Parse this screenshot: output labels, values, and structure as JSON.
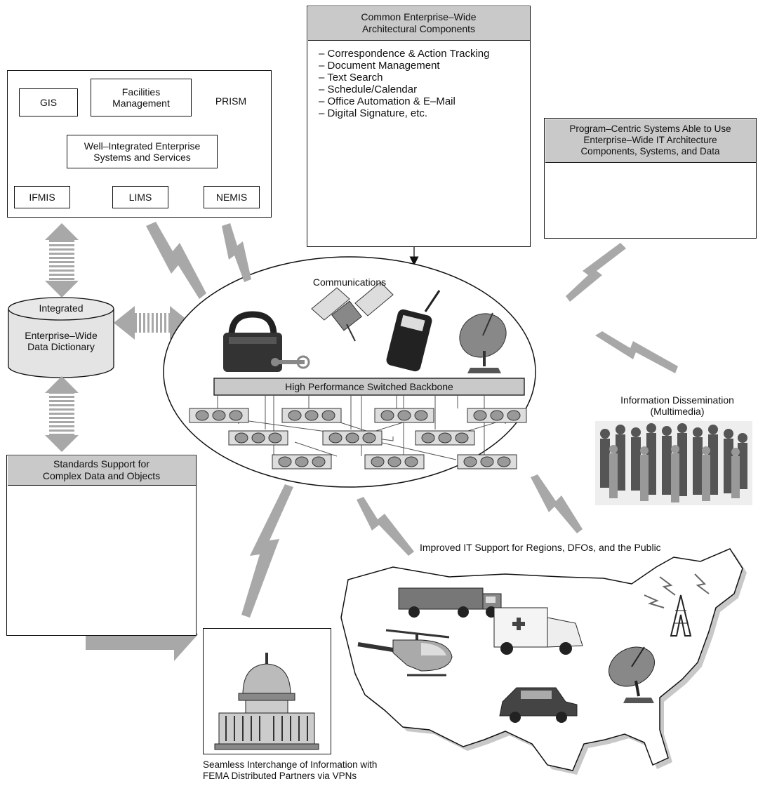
{
  "enterprise_box": {
    "gis": "GIS",
    "facilities": "Facilities\nManagement",
    "prism": "PRISM",
    "well_integrated": "Well–Integrated Enterprise\nSystems and Services",
    "ifmis": "IFMIS",
    "lims": "LIMS",
    "nemis": "NEMIS"
  },
  "common_components": {
    "title": "Common Enterprise–Wide\nArchitectural Components",
    "items": [
      "Correspondence & Action Tracking",
      "Document Management",
      "Text Search",
      "Schedule/Calendar",
      "Office Automation & E–Mail",
      "Digital Signature, etc."
    ]
  },
  "program_centric": {
    "title": "Program–Centric Systems Able to Use\nEnterprise–Wide IT Architecture\nComponents, Systems, and Data"
  },
  "data_dictionary": {
    "top": "Integrated",
    "body": "Enterprise–Wide\nData Dictionary"
  },
  "communications": {
    "title": "Communications",
    "backbone": "High Performance Switched Backbone"
  },
  "info_dissemination": "Information Dissemination\n(Multimedia)",
  "standards_support": {
    "title": "Standards Support for\nComplex Data and Objects"
  },
  "improved_support": "Improved IT Support for Regions, DFOs, and the Public",
  "seamless": "Seamless Interchange of Information with\nFEMA Distributed Partners via VPNs",
  "colors": {
    "header_gray": "#c9c9c9",
    "arrow_gray": "#a8a8a8",
    "line": "#111111"
  }
}
